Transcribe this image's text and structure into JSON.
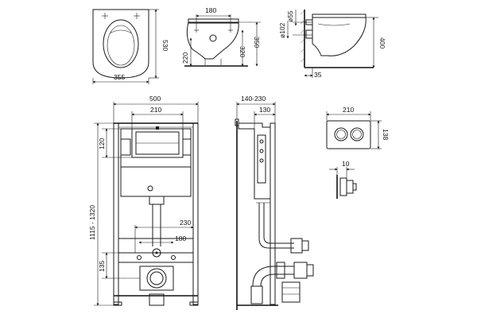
{
  "views": {
    "toilet_top": {
      "width_dim": "355",
      "depth_dim": "530"
    },
    "toilet_front": {
      "bolt_spacing_dim": "180",
      "height_320_dim": "320",
      "height_350_dim": "350",
      "height_220_dim": "220"
    },
    "toilet_side": {
      "d55_dim": "ø55",
      "d102_dim": "ø102",
      "height_400_dim": "400",
      "wall_35_dim": "35"
    },
    "frame_front": {
      "width_500_dim": "500",
      "width_210_dim": "210",
      "height_120_dim": "120",
      "height_range_dim": "1115 - 1320",
      "width_230_dim": "230",
      "width_180_dim": "180",
      "height_135_dim": "135"
    },
    "frame_side": {
      "depth_range_dim": "140-230",
      "depth_130_dim": "130"
    },
    "button_plate": {
      "width_dim": "210",
      "height_dim": "138",
      "depth_dim": "10"
    }
  }
}
